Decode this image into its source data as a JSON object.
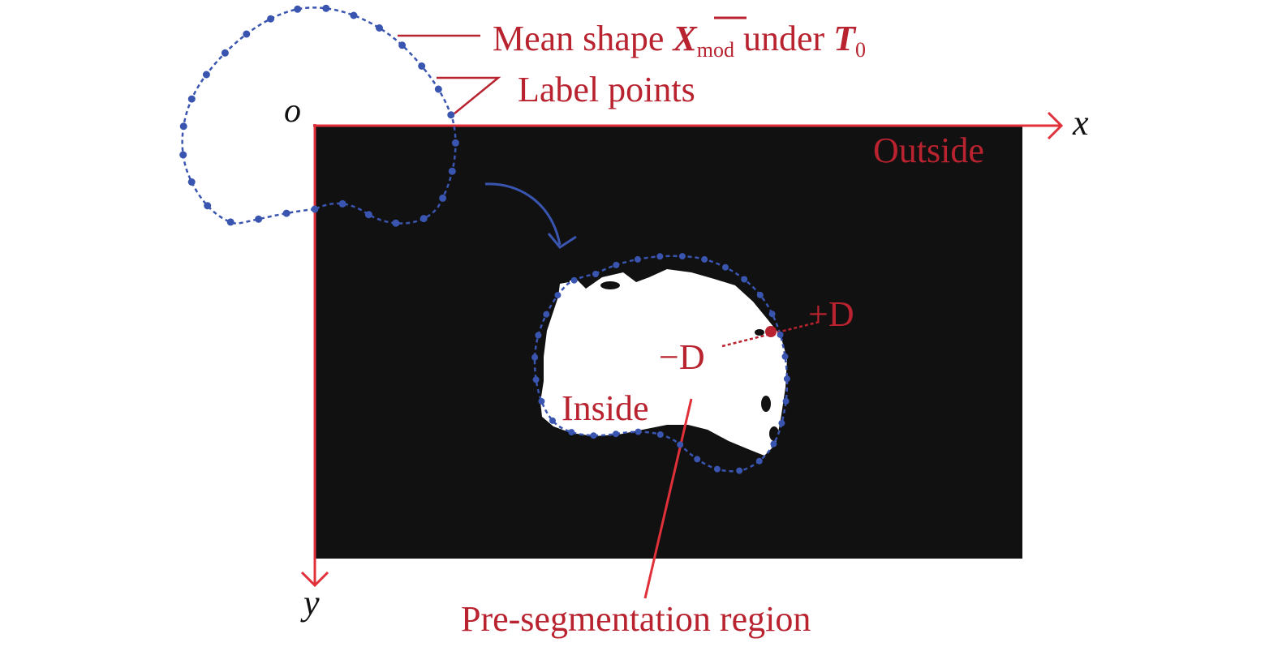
{
  "labels": {
    "mean_shape_prefix": "Mean shape ",
    "mean_shape_symbol": "X",
    "mean_shape_subscript": "mod",
    "mean_shape_middle": " under ",
    "mean_shape_transform": "T",
    "mean_shape_transform_subscript": "0",
    "label_points": "Label points",
    "origin": "o",
    "x_axis": "x",
    "y_axis": "y",
    "outside": "Outside",
    "inside": "Inside",
    "plus_d": "+D",
    "minus_d": "−D",
    "pre_segmentation": "Pre-segmentation region"
  },
  "colors": {
    "annotation_red": "#b8232f",
    "axis_red": "#e0303a",
    "shape_blue": "#3a55b0",
    "image_background": "#111111",
    "region_white": "#ffffff"
  }
}
